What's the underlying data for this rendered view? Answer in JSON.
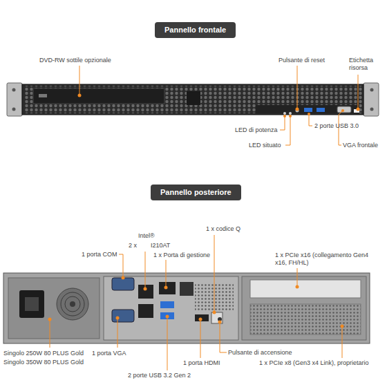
{
  "diagram": {
    "nodes": [
      {
        "text": [
          "Pannello frontale"
        ]
      },
      {
        "text": [
          "Pannello posteriore"
        ]
      }
    ],
    "labels": [
      "DVD-RW sottile opzionale",
      "Pulsante di reset",
      "Etichetta risorsa",
      "LED di potenza",
      "2 porte USB 3.0",
      "LED situato",
      "VGA frontale",
      "1 x codice Q",
      "Intel®",
      "2 x",
      "I210AT",
      "1 porta COM",
      "1 x Porta di gestione",
      "1 x PCIe x16 (collegamento Gen4 x16, FH/HL)",
      "Singolo 250W 80 PLUS Gold",
      "1 porta VGA",
      "Pulsante di accensione",
      "Singolo 350W 80 PLUS Gold",
      "1 porta HDMI",
      "1 x PCIe x8 (Gen3 x4 Link), proprietario",
      "2 porte USB 3.2 Gen 2"
    ]
  }
}
